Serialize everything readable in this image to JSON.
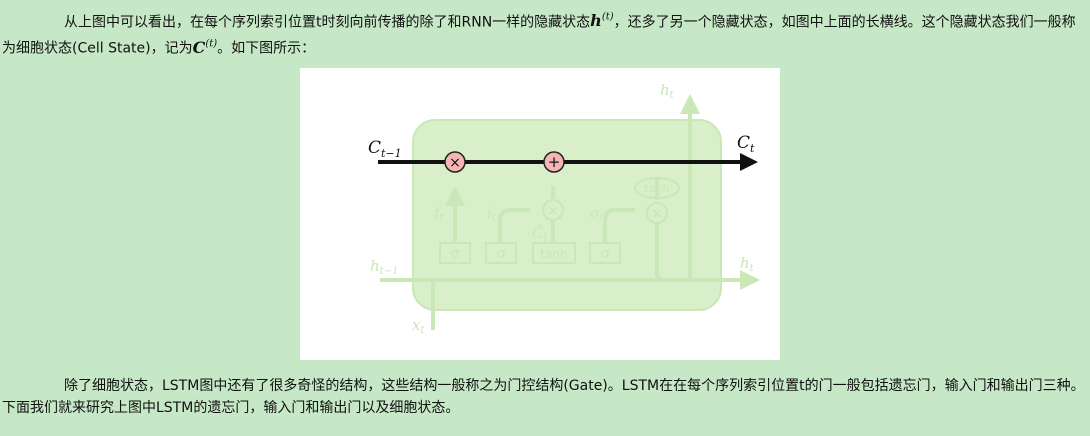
{
  "paragraph1": {
    "part1": "从上图中可以看出，在每个序列索引位置t时刻向前传播的除了和RNN一样的隐藏状态",
    "math1_base": "h",
    "math1_sup": "(t)",
    "part2": "，还多了另一个隐藏状态，如图中上面的长横线。这个隐藏状态我们一般称为细胞状态(Cell State)，记为",
    "math2_base": "C",
    "math2_sup": "(t)",
    "part3": "。如下图所示："
  },
  "paragraph2": {
    "text": "除了细胞状态，LSTM图中还有了很多奇怪的结构，这些结构一般称之为门控结构(Gate)。LSTM在在每个序列索引位置t的门一般包括遗忘门，输入门和输出门三种。下面我们就来研究上图中LSTM的遗忘门，输入门和输出门以及细胞状态。"
  },
  "figure": {
    "cell_in_label": "C",
    "cell_in_sub": "t−1",
    "cell_out_label": "C",
    "cell_out_sub": "t",
    "h_top_label": "h",
    "h_top_sub": "t",
    "h_in_label": "h",
    "h_in_sub": "t−1",
    "h_out_label": "h",
    "h_out_sub": "t",
    "x_label": "x",
    "x_sub": "t",
    "gate_sigma": "σ",
    "gate_tanh": "tanh",
    "op_mult": "×",
    "op_add": "+",
    "f_label": "f",
    "f_sub": "t",
    "i_label": "i",
    "i_sub": "t",
    "o_label": "o",
    "o_sub": "t",
    "c_tilde_label": "C̃",
    "c_tilde_sub": "t",
    "colors": {
      "faded": "#c9e7b7",
      "box": "#d9efca",
      "node_fill": "#f6b5b5",
      "cell_line": "#111111"
    }
  }
}
